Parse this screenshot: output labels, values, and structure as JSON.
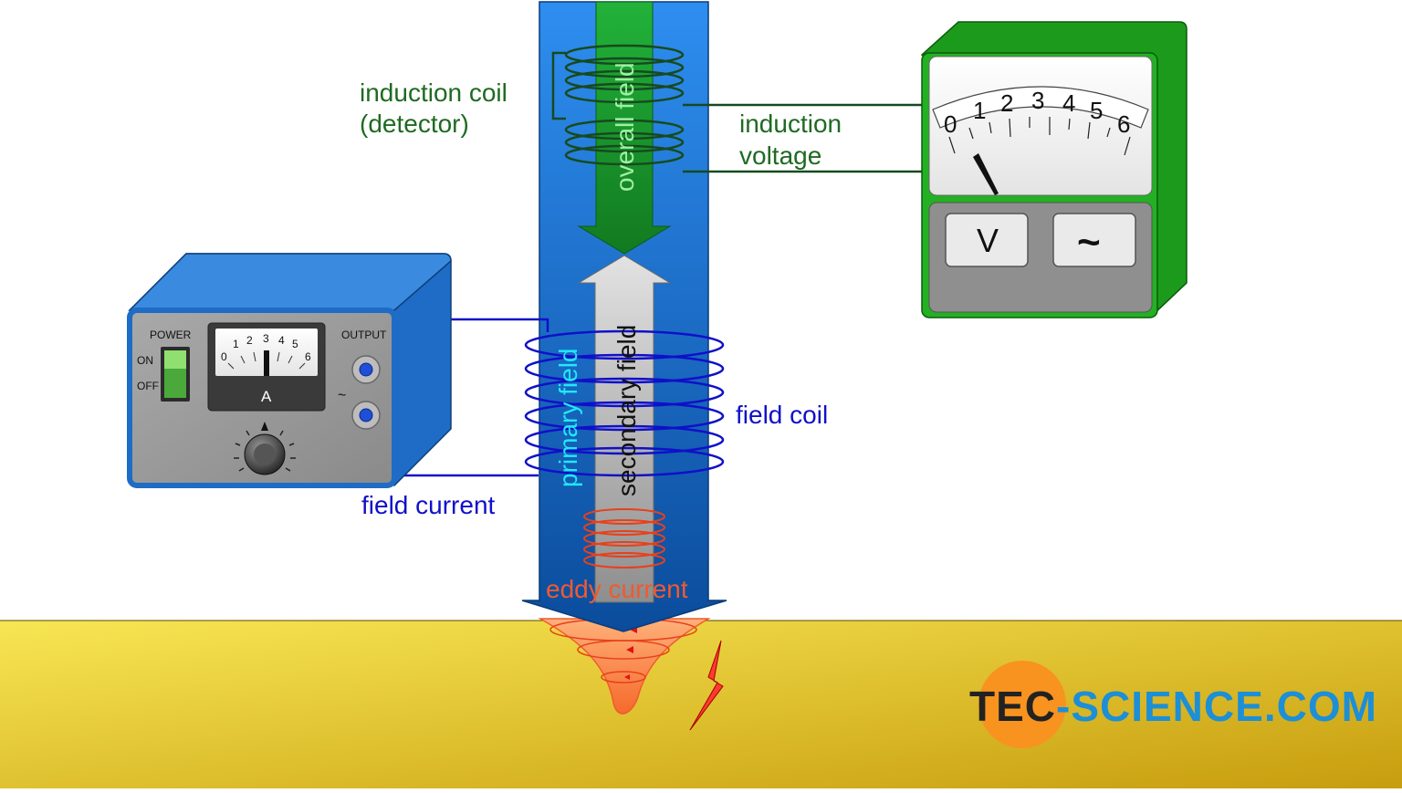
{
  "labels": {
    "induction_coil": "induction coil",
    "detector": "(detector)",
    "overall_field": "overall field",
    "induction": "induction",
    "voltage": "voltage",
    "primary_field": "primary field",
    "secondary_field": "secondary field",
    "field_coil": "field coil",
    "field_current": "field current",
    "eddy_current": "eddy current"
  },
  "power_supply": {
    "power_label": "POWER",
    "on_label": "ON",
    "off_label": "OFF",
    "output_label": "OUTPUT",
    "ac_symbol": "~",
    "meter_unit": "A",
    "meter_scale": [
      "0",
      "1",
      "2",
      "3",
      "4",
      "5",
      "6"
    ]
  },
  "voltmeter": {
    "meter_scale": [
      "0",
      "1",
      "2",
      "3",
      "4",
      "5",
      "6"
    ],
    "button_v": "V",
    "button_ac": "~"
  },
  "logo": {
    "part1": "TEC",
    "part2": "-SCIENCE",
    "part3": ".COM"
  },
  "colors": {
    "column_top": "#2b8be6",
    "column_bottom": "#0c55a8",
    "overall_field": "#1b9a2e",
    "secondary_field": "#a9a9a9",
    "field_coil": "#1010c8",
    "detector_coil": "#174a1e",
    "eddy": "#f05a30",
    "ground_left": "#f6e14a",
    "ground_right": "#c9a010",
    "voltmeter_body": "#22a822",
    "power_body": "#1f6fc9",
    "logo_circle": "#f8931f",
    "logo_blue": "#1c8fd6"
  }
}
